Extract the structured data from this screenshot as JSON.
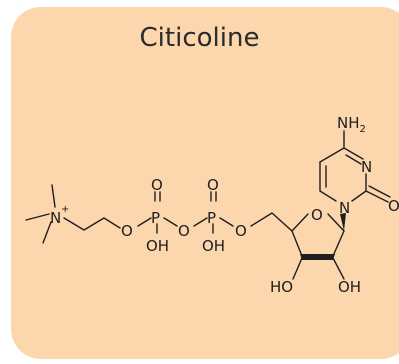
{
  "title": "Citicoline",
  "colors": {
    "card_background": "#fcd6ad",
    "line": "#1e1e1e"
  },
  "atoms": {
    "quaternary_n": "N",
    "charge": "+",
    "o1": "O",
    "p1": "P",
    "oxo1": "O",
    "oh1": "OH",
    "o_bridge": "O",
    "p2": "P",
    "oxo2": "O",
    "oh2": "OH",
    "o5": "O",
    "ring_o": "O",
    "n1": "N",
    "n3": "N",
    "c2_o": "O",
    "nh2_n": "NH",
    "nh2_sub": "2",
    "ho3": "HO",
    "oh2_sugar": "OH"
  }
}
